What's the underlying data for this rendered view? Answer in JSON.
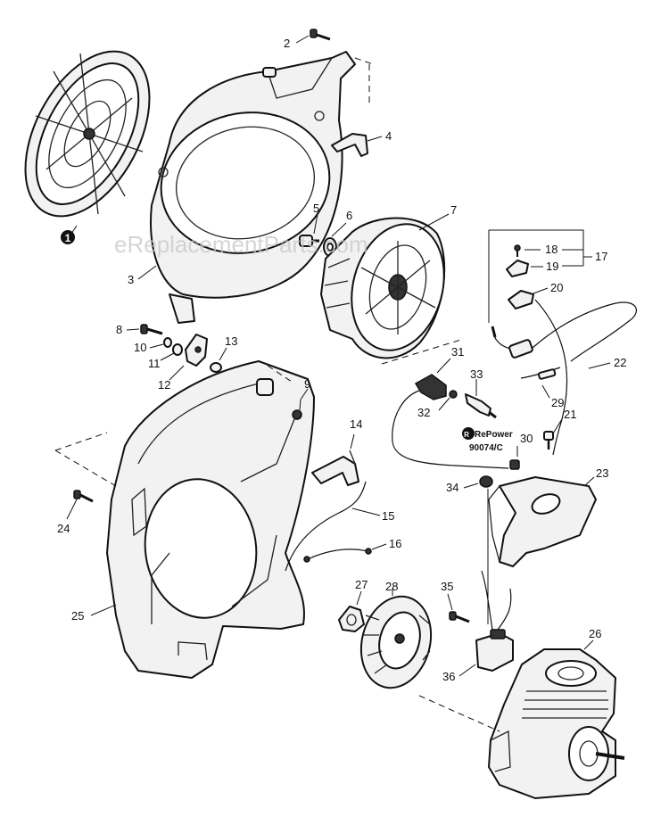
{
  "watermark": "eReplacementParts.com",
  "logo_text": "RePower",
  "logo_code": "90074/C",
  "callouts": {
    "c1": "1",
    "c2": "2",
    "c3": "3",
    "c4": "4",
    "c5": "5",
    "c6": "6",
    "c7": "7",
    "c8": "8",
    "c9": "9",
    "c10": "10",
    "c11": "11",
    "c12": "12",
    "c13": "13",
    "c14": "14",
    "c15": "15",
    "c16": "16",
    "c17": "17",
    "c18": "18",
    "c19": "19",
    "c20": "20",
    "c21": "21",
    "c22": "22",
    "c23": "23",
    "c24": "24",
    "c25": "25",
    "c26": "26",
    "c27": "27",
    "c28": "28",
    "c29": "29",
    "c30": "30",
    "c31": "31",
    "c32": "32",
    "c33": "33",
    "c34": "34",
    "c35": "35",
    "c36": "36"
  }
}
